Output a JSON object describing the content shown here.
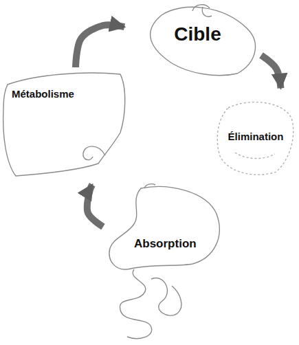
{
  "diagram": {
    "nodes": [
      {
        "text": [
          "Cible"
        ]
      },
      {
        "text": [
          "Métabolisme"
        ]
      },
      {
        "text": [
          "Élimination"
        ]
      },
      {
        "text": [
          "Absorption"
        ]
      }
    ],
    "edges": [
      {
        "from": 3,
        "to": 1,
        "arrow": "to"
      },
      {
        "from": 1,
        "to": 0,
        "arrow": "to"
      },
      {
        "from": 0,
        "to": 2,
        "arrow": "to"
      }
    ]
  }
}
